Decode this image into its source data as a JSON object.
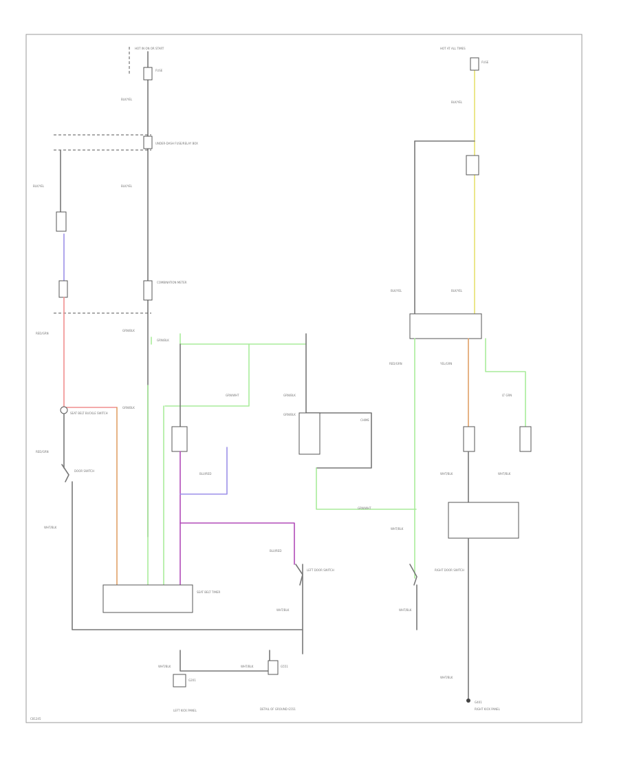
{
  "colors": {
    "black": "#777777",
    "yellow": "#e6df6e",
    "blue": "#9b8fe8",
    "pink": "#f08e8e",
    "green": "#a8ec9a",
    "orange": "#e0a066",
    "purple": "#b04ab8"
  },
  "labels": {
    "top_left_source": "HOT IN ON OR START",
    "top_right_source": "HOT AT ALL TIMES",
    "fuse_left": "FUSE",
    "fuse_right": "FUSE",
    "wire_blk_yel_1": "BLK/YEL",
    "wire_blk_yel_2": "BLK/YEL",
    "wire_blk_yel_3": "BLK/YEL",
    "wire_blk_yel_4": "BLK/YEL",
    "wire_blk_yel_5": "BLK/YEL",
    "wire_blk_yel_6": "BLK/YEL",
    "wire_red_grn": "RED/GRN",
    "wire_red_grn_2": "RED/GRN",
    "wire_red_grn_3": "RED/GRN",
    "wire_grn_blk": "GRN/BLK",
    "wire_grn_blk_2": "GRN/BLK",
    "wire_grn_blk_3": "GRN/BLK",
    "wire_grn_blk_4": "GRN/BLK",
    "wire_grn_blk_5": "GRN/BLK",
    "wire_grn_wht": "GRN/WHT",
    "wire_grn_wht_2": "GRN/WHT",
    "wire_blu_red": "BLU/RED",
    "wire_blu_red_2": "BLU/RED",
    "wire_yel_grn": "YEL/GRN",
    "wire_lt_grn": "LT GRN",
    "wire_wht_blk_1": "WHT/BLK",
    "wire_wht_blk_2": "WHT/BLK",
    "wire_wht_blk_3": "WHT/BLK",
    "wire_wht_blk_4": "WHT/BLK",
    "wire_wht_blk_5": "WHT/BLK",
    "wire_wht_blk_6": "WHT/BLK",
    "wire_wht_blk_7": "WHT/BLK",
    "wire_wht_blk_8": "WHT/BLK",
    "wire_wht_blk_9": "WHT/BLK",
    "under_dash_fuse": "UNDER-DASH FUSE/RELAY BOX",
    "combination_meter": "COMBINATION METER",
    "buckle_switch": "SEAT BELT BUCKLE SWITCH",
    "key_switch": "DOOR SWITCH",
    "chime": "CHIME",
    "seat_belt_relay": "SEAT BELT TIMER",
    "left_door_switch": "LEFT DOOR SWITCH",
    "right_door_switch": "RIGHT DOOR SWITCH",
    "ground_a": "G201",
    "ground_b": "G551",
    "ground_c": "G401",
    "ground_label_a": "LEFT KICK PANEL",
    "ground_label_b": "RIGHT KICK PANEL",
    "bottom_center": "DETAIL OF GROUND G551",
    "corner_code": "C81245"
  }
}
